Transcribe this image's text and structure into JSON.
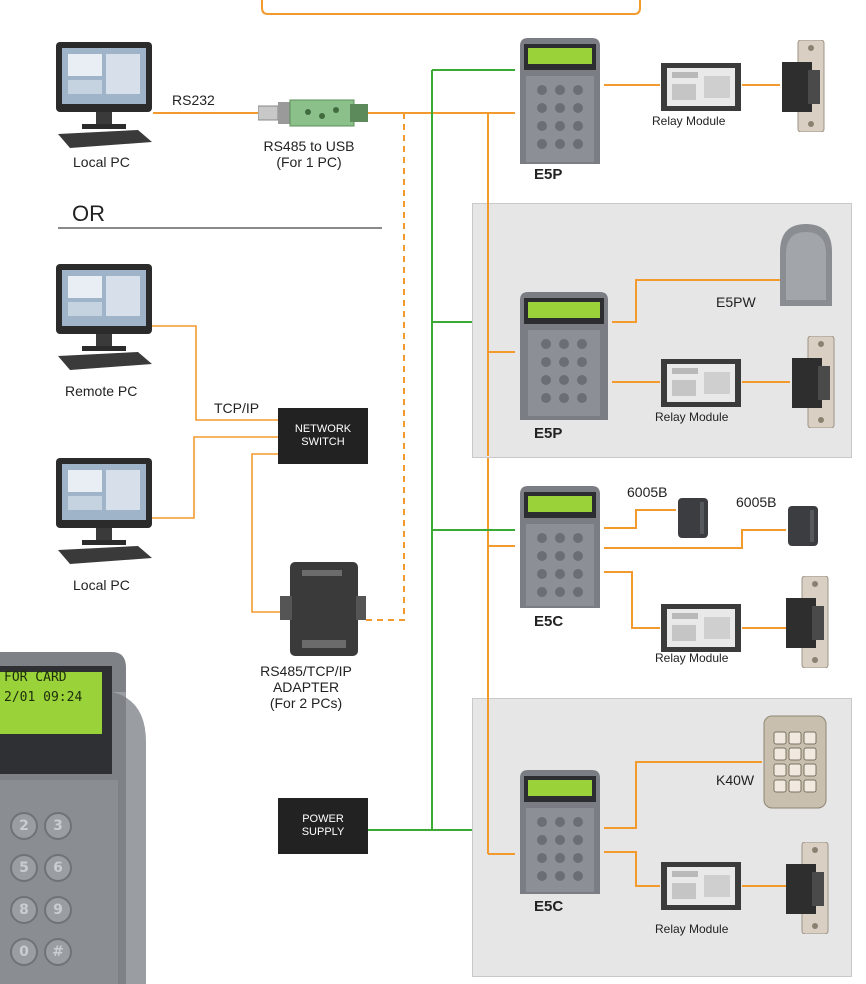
{
  "labels": {
    "local_pc_top": "Local PC",
    "rs232": "RS232",
    "rs485_usb_line1": "RS485 to USB",
    "rs485_usb_line2": "(For 1 PC)",
    "or": "OR",
    "remote_pc": "Remote PC",
    "tcpip": "TCP/IP",
    "network_switch_line1": "NETWORK",
    "network_switch_line2": "SWITCH",
    "local_pc_bottom": "Local PC",
    "adapter_line1": "RS485/TCP/IP",
    "adapter_line2": "ADAPTER",
    "adapter_line3": "(For 2 PCs)",
    "power_line1": "POWER",
    "power_line2": "SUPPLY",
    "e5p_1": "E5P",
    "e5p_2": "E5P",
    "e5c_1": "E5C",
    "e5c_2": "E5C",
    "relay_1": "Relay Module",
    "relay_2": "Relay Module",
    "relay_3": "Relay Module",
    "relay_4": "Relay Module",
    "e5pw": "E5PW",
    "reader_6005b_1": "6005B",
    "reader_6005b_2": "6005B",
    "k40w": "K40W"
  },
  "keypad_display": {
    "line1": "FOR CARD",
    "line2": "2/01 09:24"
  },
  "keypad_keys": [
    "2",
    "3",
    "5",
    "6",
    "8",
    "9",
    "0",
    "#"
  ],
  "colors": {
    "orange": "#f39a2e",
    "green": "#3aaa35",
    "panel": "#e6e6e6",
    "lcd": "#9ad23a"
  }
}
